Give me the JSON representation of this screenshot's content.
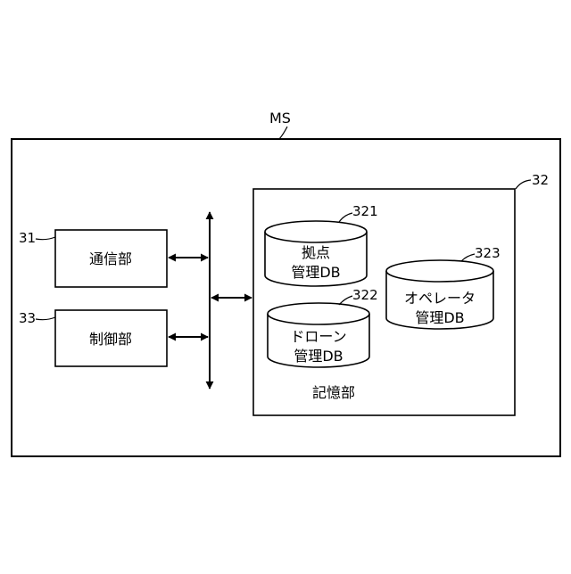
{
  "system": {
    "label": "MS"
  },
  "units": [
    {
      "ref": "31",
      "name": "通信部"
    },
    {
      "ref": "33",
      "name": "制御部"
    }
  ],
  "storage": {
    "ref": "32",
    "name": "記憶部",
    "databases": [
      {
        "ref": "321",
        "line1": "拠点",
        "line2": "管理DB"
      },
      {
        "ref": "322",
        "line1": "ドローン",
        "line2": "管理DB"
      },
      {
        "ref": "323",
        "line1": "オペレータ",
        "line2": "管理DB"
      }
    ]
  }
}
